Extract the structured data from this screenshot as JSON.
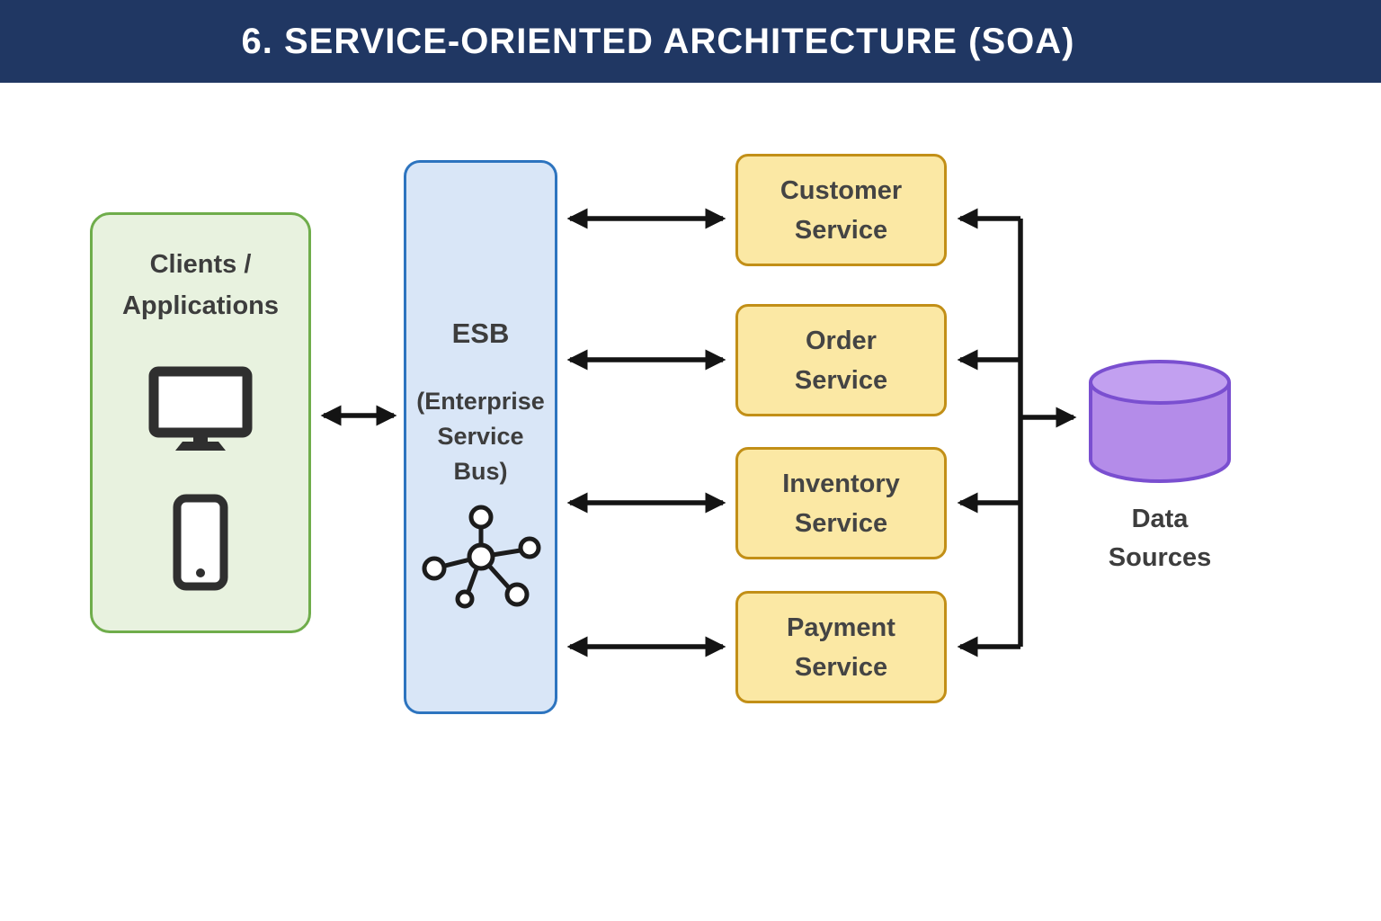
{
  "header": {
    "title": "6. SERVICE-ORIENTED ARCHITECTURE (SOA)"
  },
  "clients": {
    "label_line1": "Clients /",
    "label_line2": "Applications",
    "icons": [
      "desktop-monitor-icon",
      "smartphone-icon"
    ]
  },
  "esb": {
    "title": "ESB",
    "subtitle_line1": "(Enterprise",
    "subtitle_line2": "Service",
    "subtitle_line3": "Bus)",
    "icon": "network-hub-icon"
  },
  "services": [
    {
      "line1": "Customer",
      "line2": "Service"
    },
    {
      "line1": "Order",
      "line2": "Service"
    },
    {
      "line1": "Inventory",
      "line2": "Service"
    },
    {
      "line1": "Payment",
      "line2": "Service"
    }
  ],
  "data_sources": {
    "label_line1": "Data",
    "label_line2": "Sources",
    "icon": "database-cylinder-icon"
  },
  "colors": {
    "header_bg": "#203763",
    "header_text": "#ffffff",
    "clients_fill": "#e8f2df",
    "clients_border": "#6fad4b",
    "esb_fill": "#d9e6f7",
    "esb_border": "#2d74bf",
    "service_fill": "#fbe8a4",
    "service_border": "#c28f17",
    "database_fill": "#b48ce9",
    "database_border": "#7a4fd0",
    "arrow": "#141414",
    "label_text": "#3d3d3d"
  }
}
